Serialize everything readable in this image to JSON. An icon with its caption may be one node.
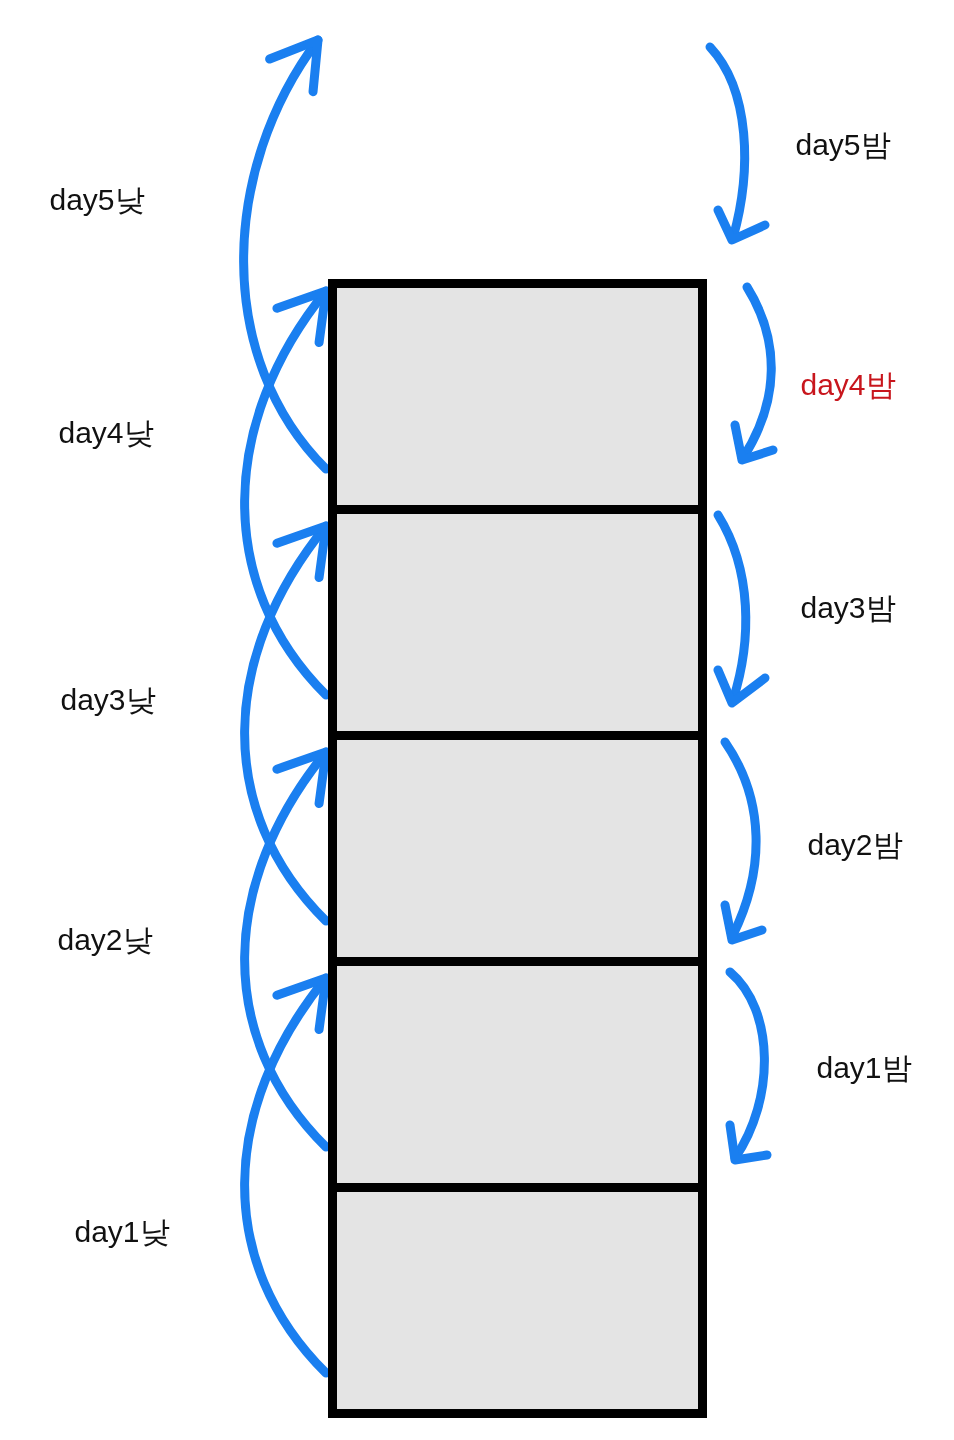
{
  "diagram": {
    "nodes": [
      {
        "text": [],
        "shape": "box"
      },
      {
        "text": [],
        "shape": "box"
      },
      {
        "text": [],
        "shape": "box"
      },
      {
        "text": [],
        "shape": "box"
      },
      {
        "text": [],
        "shape": "box"
      }
    ],
    "edges": [
      {
        "from": 4,
        "to": 3,
        "arrow": "to"
      },
      {
        "from": 3,
        "to": 2,
        "arrow": "to"
      },
      {
        "from": 2,
        "to": 1,
        "arrow": "to"
      },
      {
        "from": 1,
        "to": 0,
        "arrow": "to"
      },
      {
        "from": 0,
        "to": null,
        "arrow": "to"
      }
    ],
    "labels": [
      "day5밤",
      "day5낮",
      "day4밤",
      "day4낮",
      "day3밤",
      "day3낮",
      "day2밤",
      "day2낮",
      "day1밤",
      "day1낮"
    ]
  }
}
